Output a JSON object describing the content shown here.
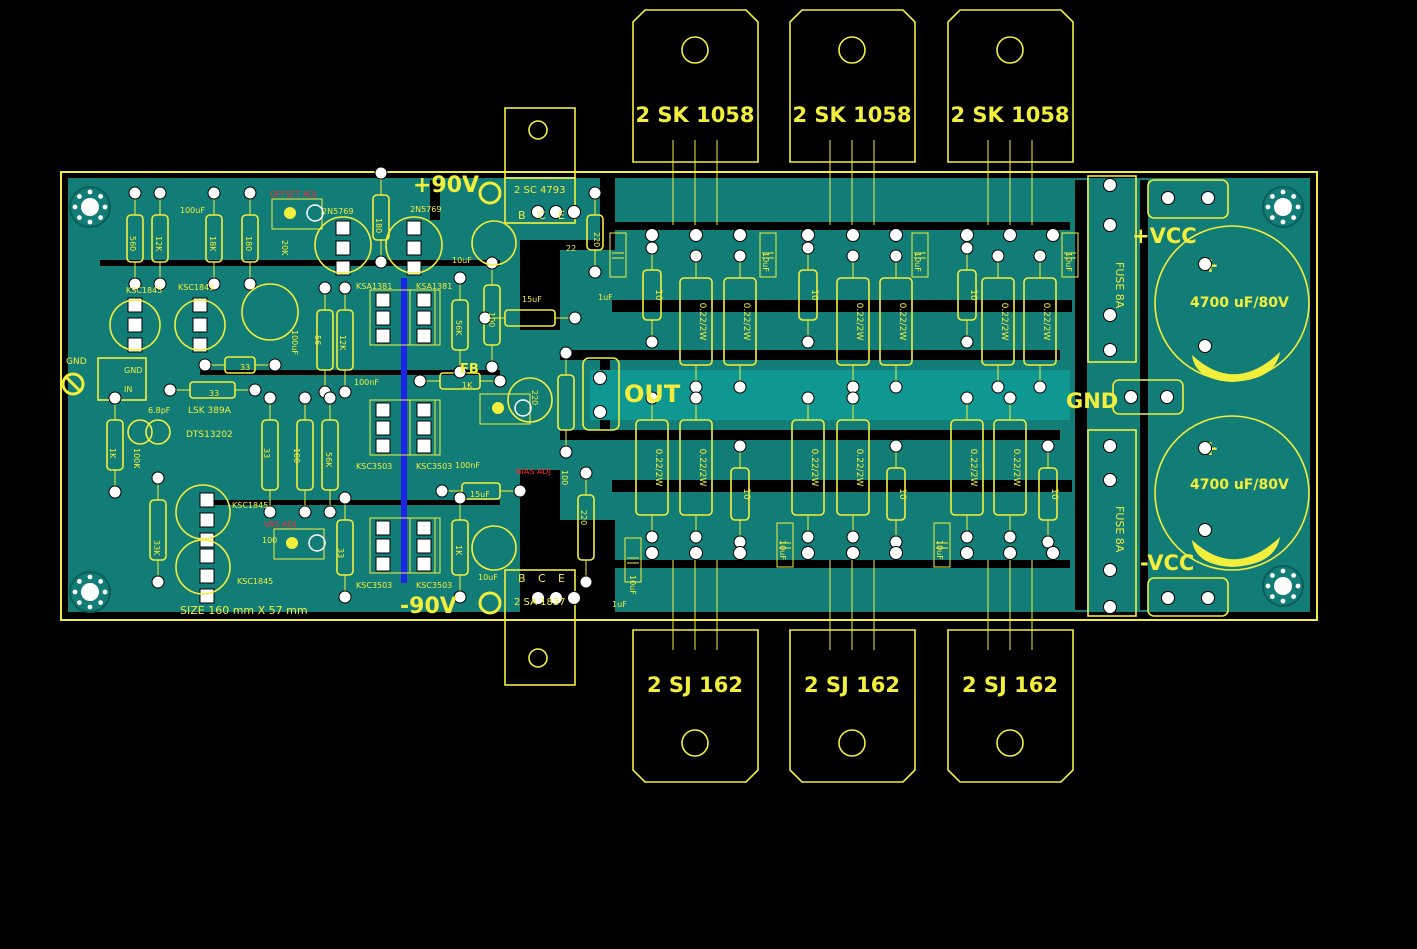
{
  "colors": {
    "background": "#000000",
    "board": "#0f8c86",
    "copper": "#127d77",
    "silkscreen": "#f2ee3c",
    "annotation_red": "#ff2a2a",
    "jumper": "#1c24e6",
    "pad": "#f4f4f4"
  },
  "board": {
    "size_label": "SIZE 160 mm X 57 mm"
  },
  "rails": {
    "plus_90": "+90V",
    "minus_90": "-90V",
    "plus_vcc": "+VCC",
    "minus_vcc": "-VCC",
    "gnd": "GND",
    "out": "OUT",
    "fb": "FB",
    "in_gnd": "GND",
    "in_label": "IN",
    "in_gnd_small": "GND"
  },
  "power_transistors": {
    "top": [
      "2 SK 1058",
      "2 SK 1058",
      "2 SK 1058"
    ],
    "bottom": [
      "2 SJ 162",
      "2 SJ 162",
      "2 SJ 162"
    ]
  },
  "drivers": {
    "top": "2 SC 4793",
    "bottom": "2 SA 1837",
    "pins": [
      "B",
      "C",
      "E"
    ]
  },
  "capacitors_main": [
    "4700 uF/80V",
    "4700 uF/80V"
  ],
  "fuses": [
    "FUSE 8A",
    "FUSE 8A"
  ],
  "red_labels": [
    "OFFSET ADJ",
    "VAS ADJ",
    "BIAS ADJ"
  ],
  "transistor_labels": {
    "ksc1845": [
      "KSC1845",
      "KSC1845",
      "KSC1845",
      "KSC1845"
    ],
    "q2n5769": [
      "2N5769",
      "2N5769"
    ],
    "ksa1381": [
      "KSA1381",
      "KSA1381"
    ],
    "ksc3503": [
      "KSC3503",
      "KSC3503",
      "KSC3503",
      "KSC3503"
    ],
    "lsk": "LSK 389A",
    "dts": "DTS13202"
  },
  "component_values": {
    "r_0_22": "0.22/2W",
    "r_10": "10",
    "c_10uf": "10uF",
    "c_100uf": "100uF",
    "c_100nf": "100nF",
    "c_15uf": "15uF",
    "c_1uf": "1uF",
    "r_220": "220",
    "r_22": "22",
    "r_33": "33",
    "r_1k": "1K",
    "r_56k": "56K",
    "r_12k": "12K",
    "r_18k": "18K",
    "r_100": "100",
    "r_20k": "20K",
    "r_560": "560",
    "r_180": "180",
    "c_6p8": "6.8pF",
    "r_33k": "33K",
    "r_56": "56",
    "r_100k": "100K"
  }
}
